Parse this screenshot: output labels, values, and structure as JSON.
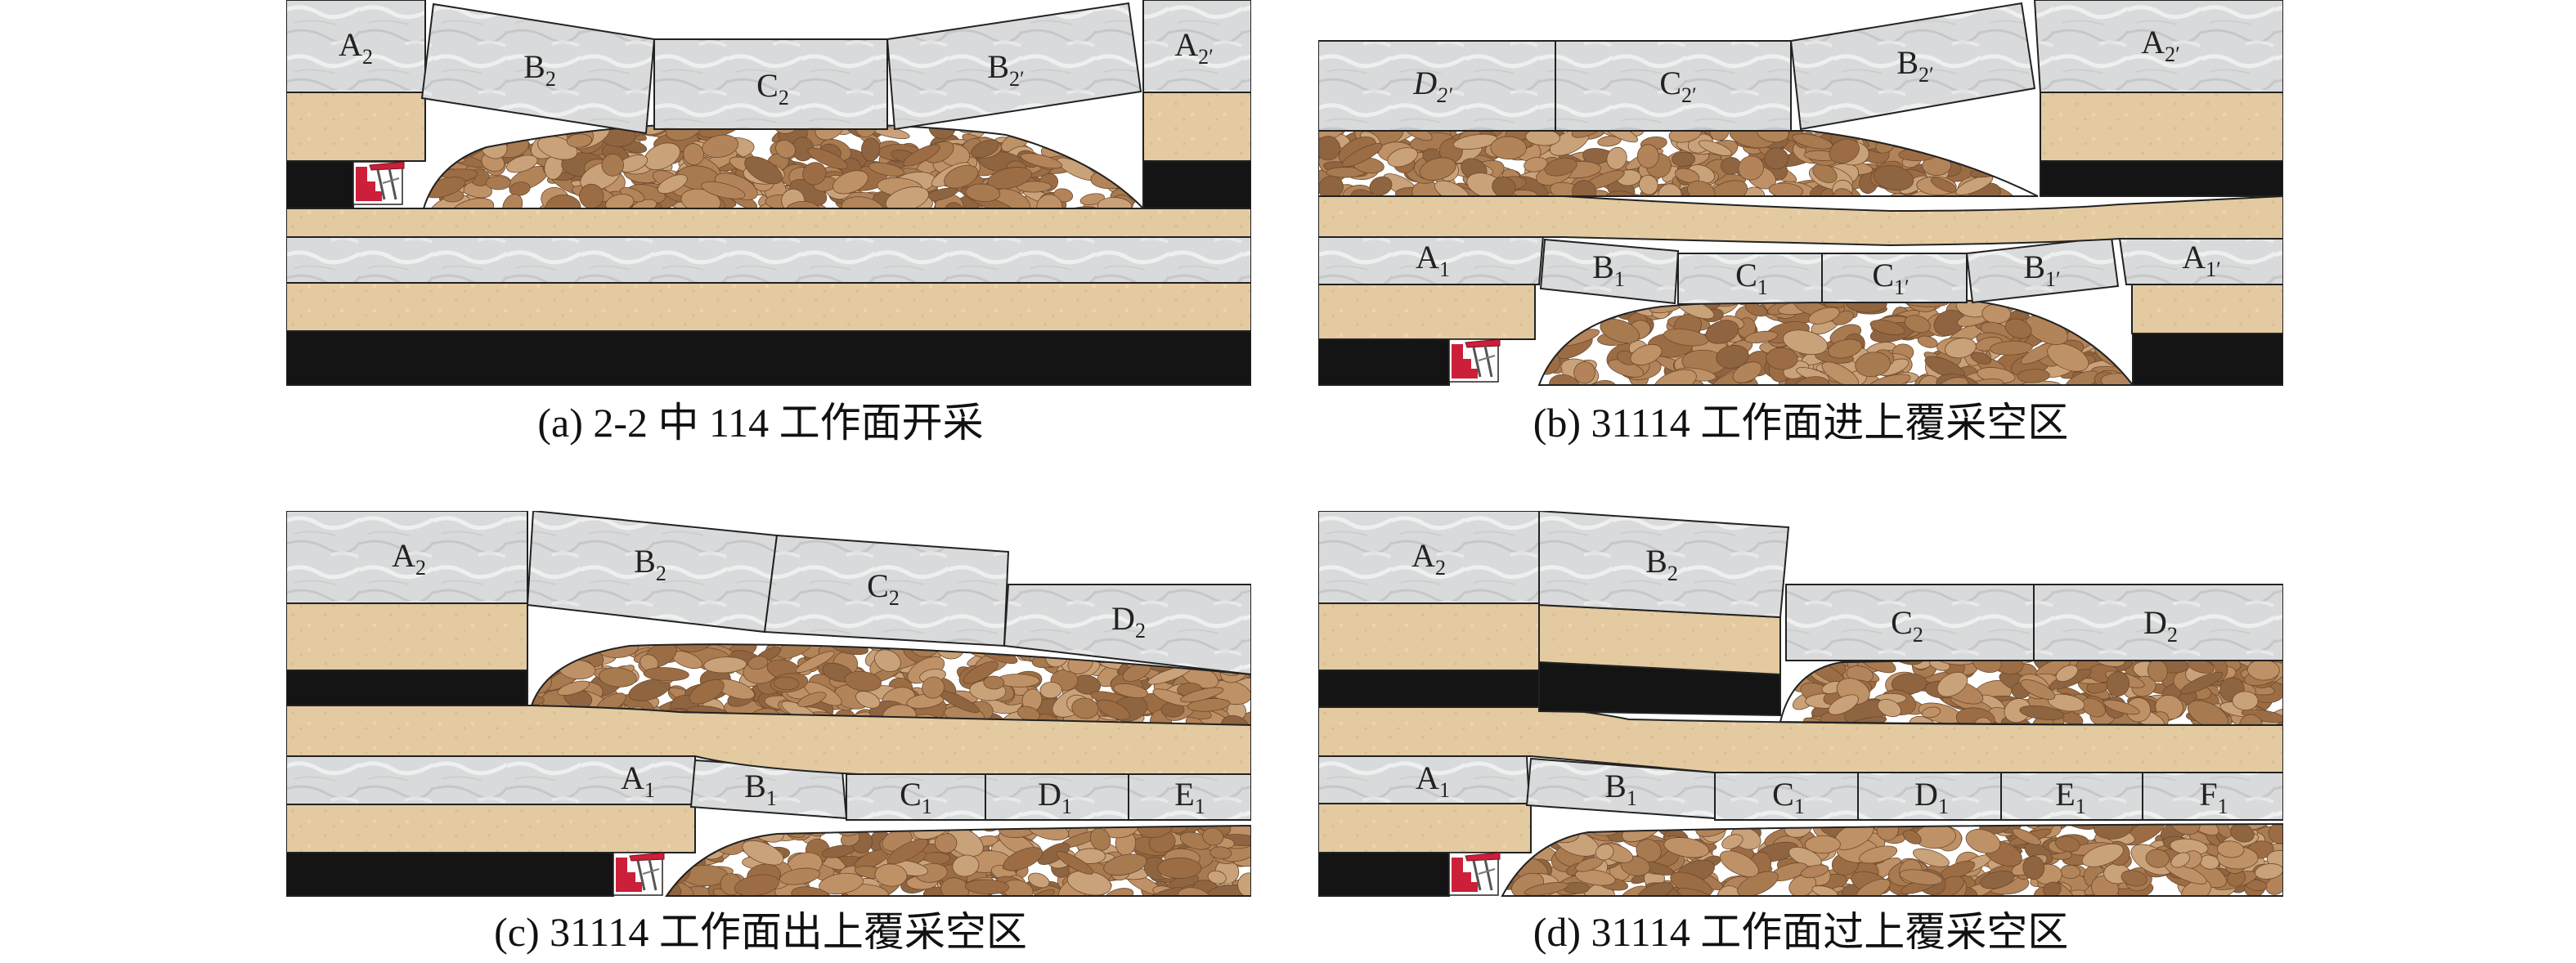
{
  "colors": {
    "limestone": "#d9dadb",
    "sandstone": "#e3caa0",
    "coal": "#141414",
    "gob_rock": "#b78a5e",
    "support_red": "#cc1f3a",
    "outline": "#222222"
  },
  "icons": [
    "hydraulic-support-icon"
  ],
  "panels": [
    {
      "id": "a",
      "caption": "(a) 2-2 中 114 工作面开采",
      "blocks": [
        {
          "letter": "A",
          "sub": "2"
        },
        {
          "letter": "B",
          "sub": "2"
        },
        {
          "letter": "C",
          "sub": "2"
        },
        {
          "letter": "B",
          "sub": "2′"
        },
        {
          "letter": "A",
          "sub": "2′"
        }
      ]
    },
    {
      "id": "b",
      "caption": "(b) 31114 工作面进上覆采空区",
      "blocks": [
        {
          "letter": "D",
          "sub": "2′",
          "italic": true
        },
        {
          "letter": "C",
          "sub": "2′"
        },
        {
          "letter": "B",
          "sub": "2′"
        },
        {
          "letter": "A",
          "sub": "2′"
        },
        {
          "letter": "A",
          "sub": "1"
        },
        {
          "letter": "B",
          "sub": "1"
        },
        {
          "letter": "C",
          "sub": "1"
        },
        {
          "letter": "C",
          "sub": "1′"
        },
        {
          "letter": "B",
          "sub": "1′"
        },
        {
          "letter": "A",
          "sub": "1′"
        }
      ]
    },
    {
      "id": "c",
      "caption": "(c) 31114 工作面出上覆采空区",
      "blocks": [
        {
          "letter": "A",
          "sub": "2"
        },
        {
          "letter": "B",
          "sub": "2"
        },
        {
          "letter": "C",
          "sub": "2"
        },
        {
          "letter": "D",
          "sub": "2"
        },
        {
          "letter": "A",
          "sub": "1"
        },
        {
          "letter": "B",
          "sub": "1"
        },
        {
          "letter": "C",
          "sub": "1"
        },
        {
          "letter": "D",
          "sub": "1"
        },
        {
          "letter": "E",
          "sub": "1"
        }
      ]
    },
    {
      "id": "d",
      "caption": "(d) 31114 工作面过上覆采空区",
      "blocks": [
        {
          "letter": "A",
          "sub": "2"
        },
        {
          "letter": "B",
          "sub": "2"
        },
        {
          "letter": "C",
          "sub": "2"
        },
        {
          "letter": "D",
          "sub": "2"
        },
        {
          "letter": "A",
          "sub": "1"
        },
        {
          "letter": "B",
          "sub": "1"
        },
        {
          "letter": "C",
          "sub": "1"
        },
        {
          "letter": "D",
          "sub": "1"
        },
        {
          "letter": "E",
          "sub": "1"
        },
        {
          "letter": "F",
          "sub": "1"
        }
      ]
    }
  ]
}
